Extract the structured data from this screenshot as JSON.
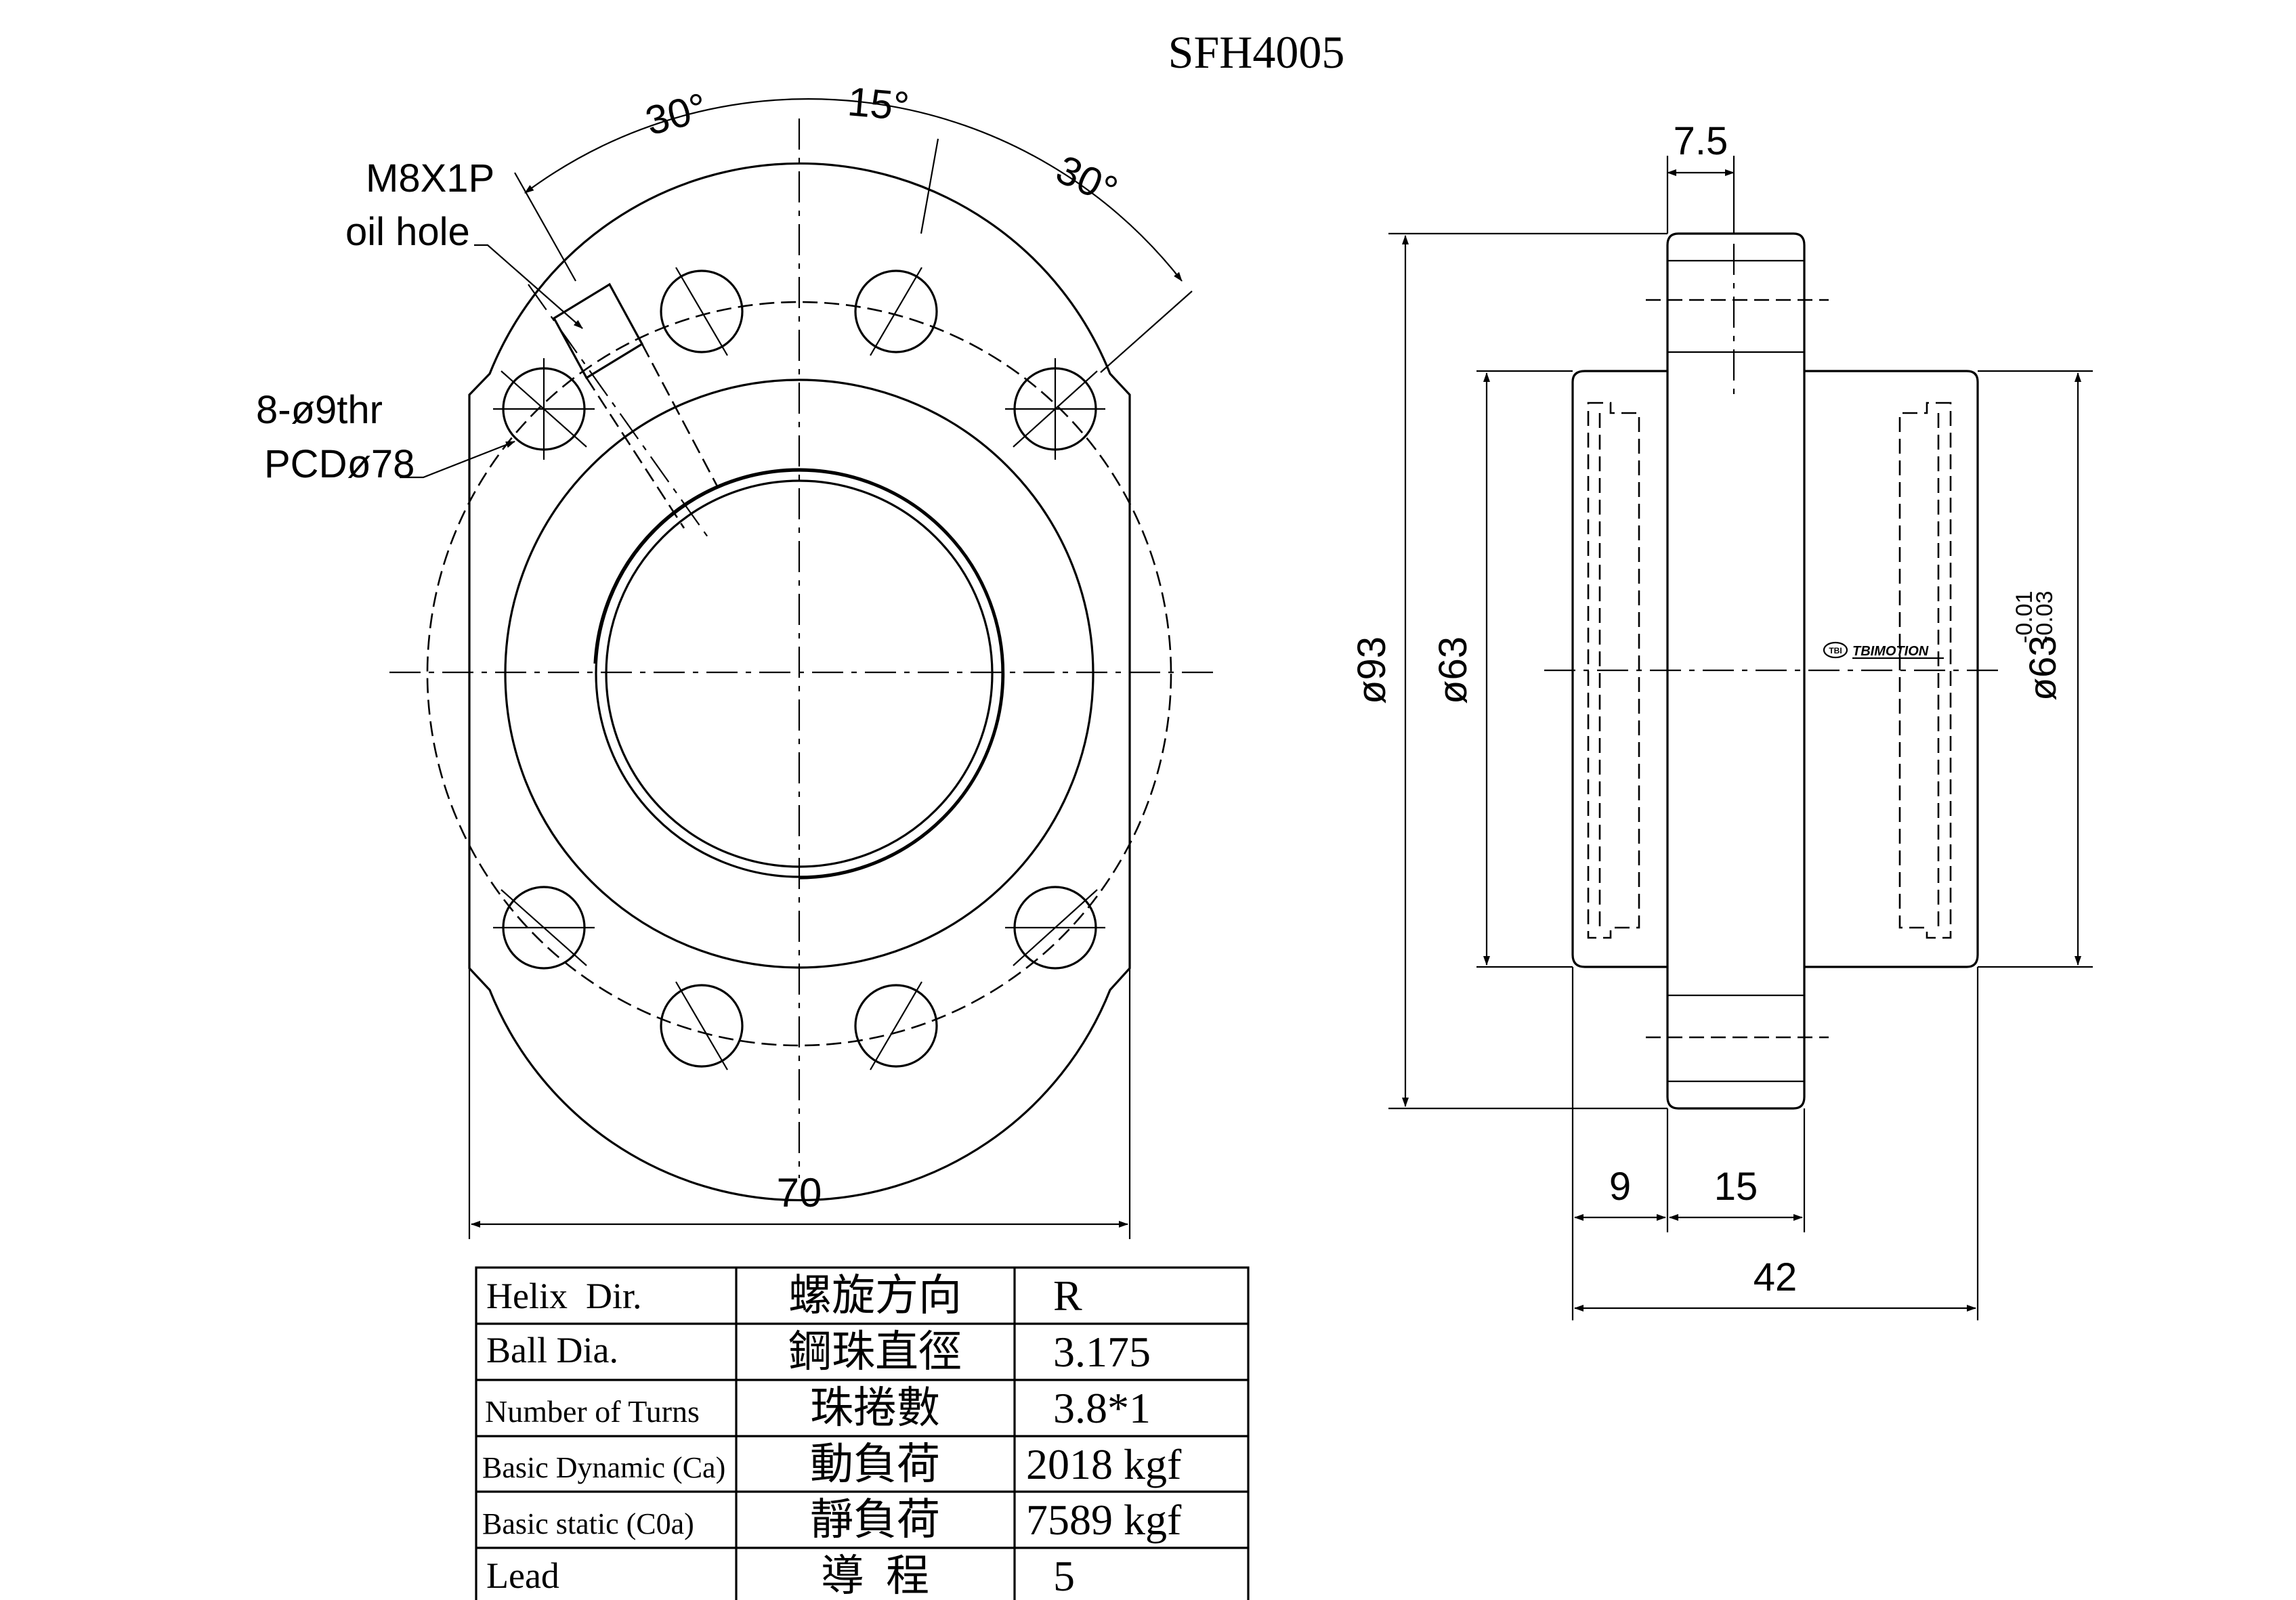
{
  "title": "SFH4005",
  "front_view": {
    "angle_left": "30°",
    "angle_mid": "15°",
    "angle_right": "30°",
    "oil_hole_line1": "M8X1P",
    "oil_hole_line2": "oil hole",
    "holes_line1": "8-ø9thr",
    "holes_line2": "PCDø78",
    "width_dim": "70"
  },
  "side_view": {
    "flange_thickness": "7.5",
    "dia_flange": "ø93",
    "dia_body": "ø63",
    "dia_tol_base": "ø63",
    "dia_tol_upper": "-0.01",
    "dia_tol_lower": "-0.03",
    "dim_9": "9",
    "dim_15": "15",
    "dim_42": "42",
    "logo_text": "TBIMOTION",
    "logo_badge": "TBI"
  },
  "spec_table": [
    {
      "en": "Helix  Dir.",
      "zh": "螺旋方向",
      "value": "R"
    },
    {
      "en": "Ball Dia.",
      "zh": "鋼珠直徑",
      "value": "3.175"
    },
    {
      "en": "Number of Turns",
      "zh": "珠捲數",
      "value": "3.8*1"
    },
    {
      "en": "Basic Dynamic (Ca)",
      "zh": "動負荷",
      "value": "2018 kgf"
    },
    {
      "en": "Basic static (C0a)",
      "zh": "靜負荷",
      "value": "7589 kgf"
    },
    {
      "en": "Lead",
      "zh": "導  程",
      "value": "5"
    }
  ]
}
